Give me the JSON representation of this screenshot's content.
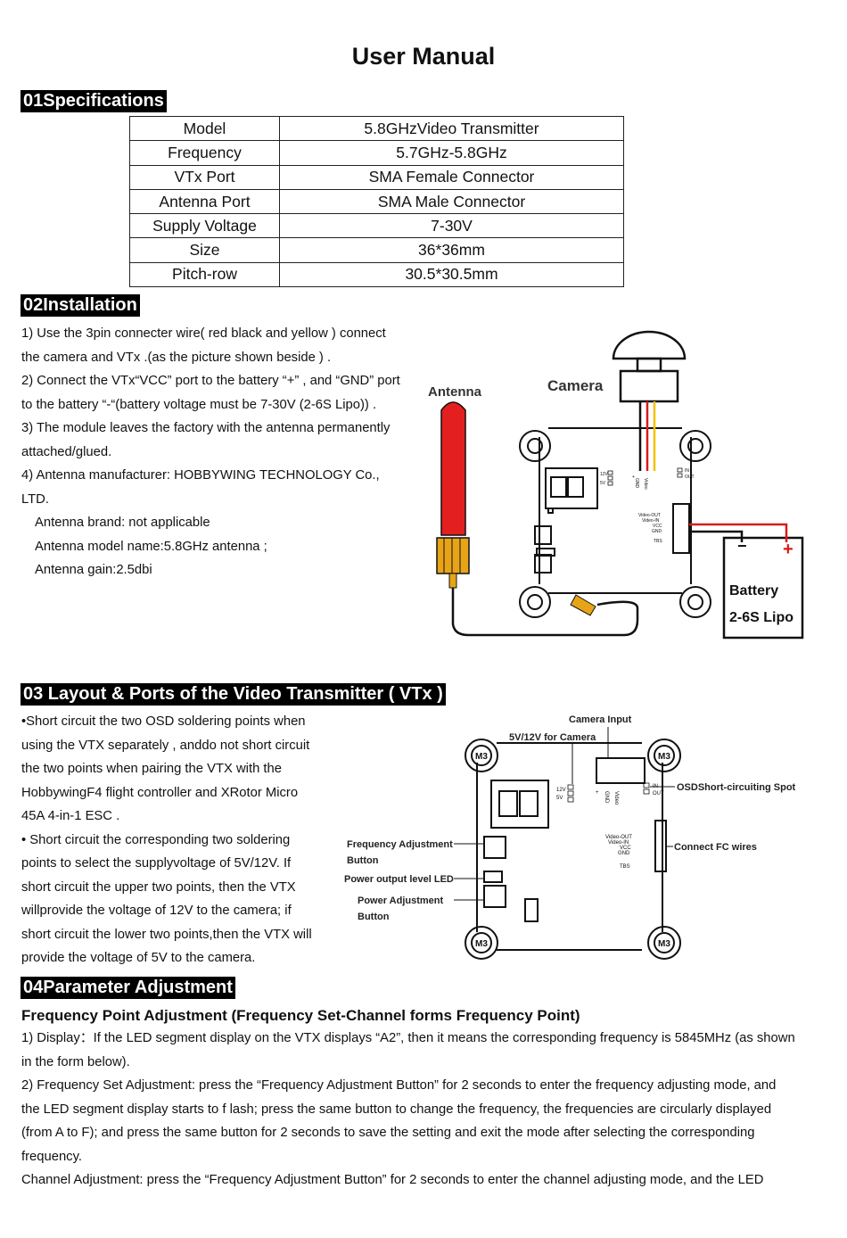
{
  "title": "User Manual",
  "sections": {
    "specifications": {
      "heading": "01Specifications",
      "rows": [
        {
          "label": "Model",
          "value": "5.8GHzVideo Transmitter"
        },
        {
          "label": "Frequency",
          "value": "5.7GHz-5.8GHz"
        },
        {
          "label": "VTx Port",
          "value": "SMA Female Connector"
        },
        {
          "label": "Antenna Port",
          "value": "SMA Male Connector"
        },
        {
          "label": "Supply Voltage",
          "value": "7-30V"
        },
        {
          "label": "Size",
          "value": "36*36mm"
        },
        {
          "label": "Pitch-row",
          "value": "30.5*30.5mm"
        }
      ]
    },
    "installation": {
      "heading": "02Installation",
      "lines": [
        "1) Use the 3pin connecter wire( red black and yellow ) connect",
        "the camera and VTx .(as the picture shown beside ) .",
        "2) Connect the VTx“VCC” port to the battery “+” , and “GND” port",
        "to the battery “-“(battery voltage must be 7-30V (2-6S Lipo)) .",
        "3) The module leaves the factory with the antenna permanently",
        "attached/glued.",
        "4) Antenna manufacturer: HOBBYWING TECHNOLOGY Co.,",
        "LTD."
      ],
      "indented_lines": [
        "Antenna brand: not applicable",
        "Antenna model name:5.8GHz antenna ;",
        "Antenna gain:2.5dbi"
      ],
      "diagram": {
        "antenna_label": "Antenna",
        "camera_label": "Camera",
        "battery_label_1": "Battery",
        "battery_label_2": "2-6S Lipo",
        "plus": "+",
        "minus": "−",
        "pad_12v": "12V",
        "pad_5v": "5V",
        "pad_in": "IN",
        "pad_out": "OUT",
        "pin_plus": "+",
        "pin_gnd": "GND",
        "pin_video": "Video",
        "port_video_out": "Video-OUT",
        "port_video_in": "Video-IN",
        "port_vcc": "VCC",
        "port_gnd": "GND",
        "port_tbs": "TBS"
      }
    },
    "layout": {
      "heading": "03 Layout & Ports of the Video Transmitter ( VTx )",
      "lines": [
        "•Short circuit the two OSD soldering points when",
        "using the VTX separately , anddo not short circuit",
        "the two points when pairing the VTX with the",
        "HobbywingF4 flight controller and XRotor Micro",
        "45A 4-in-1 ESC .",
        "• Short circuit the corresponding two soldering",
        "points to select the supplyvoltage of 5V/12V. If",
        "short circuit the upper two points, then the VTX",
        "willprovide the voltage of 12V to the camera; if",
        "short circuit the lower two points,then the VTX will",
        "provide the voltage of 5V to the camera."
      ],
      "diagram": {
        "camera_input": "Camera Input",
        "supply_label": "5V/12V for Camera",
        "osd_label": "OSDShort-circuiting Spot",
        "connect_fc": "Connect FC wires",
        "freq_btn_1": "Frequency Adjustment",
        "freq_btn_2": "Button",
        "power_led": "Power output level LED",
        "power_btn_1": "Power Adjustment",
        "power_btn_2": "Button",
        "m3": "M3",
        "pad_12v": "12V",
        "pad_5v": "5V",
        "pad_in": "IN",
        "pad_out": "OUT",
        "pin_plus": "+",
        "pin_gnd": "GND",
        "pin_video": "Video",
        "port_video_out": "Video-OUT",
        "port_video_in": "Video-IN",
        "port_vcc": "VCC",
        "port_gnd": "GND",
        "port_tbs": "TBS"
      }
    },
    "parameter": {
      "heading": "04Parameter Adjustment",
      "subheading": "Frequency Point Adjustment (Frequency Set-Channel forms Frequency Point)",
      "lines": [
        "1)  Display：If the LED segment display on the VTX displays “A2”, then it means the corresponding frequency is 5845MHz (as shown",
        "in the form below).",
        "2)   Frequency Set Adjustment: press the “Frequency Adjustment Button” for 2 seconds to enter the frequency adjusting mode, and",
        "the LED segment display starts to f lash; press the same button to change the frequency, the frequencies are circularly displayed",
        "(from A to F); and press the same button for 2 seconds to save the setting and exit the mode after selecting the corresponding",
        "frequency.",
        "Channel Adjustment: press the “Frequency Adjustment Button” for 2 seconds to enter the channel adjusting mode, and the LED"
      ]
    }
  },
  "colors": {
    "antenna_red": "#e41f1f",
    "antenna_connector": "#e8a417",
    "wire_red": "#d91a1a",
    "wire_yellow": "#f2c200"
  }
}
